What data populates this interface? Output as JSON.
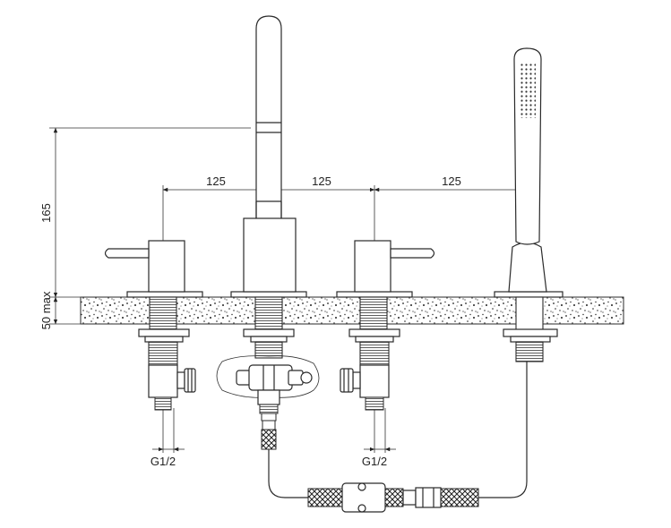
{
  "dimensions": {
    "spacing_left": "125",
    "spacing_middle": "125",
    "spacing_right": "125",
    "height": "165",
    "deck_thickness": "50 max",
    "thread_left": "G1/2",
    "thread_right": "G1/2"
  }
}
